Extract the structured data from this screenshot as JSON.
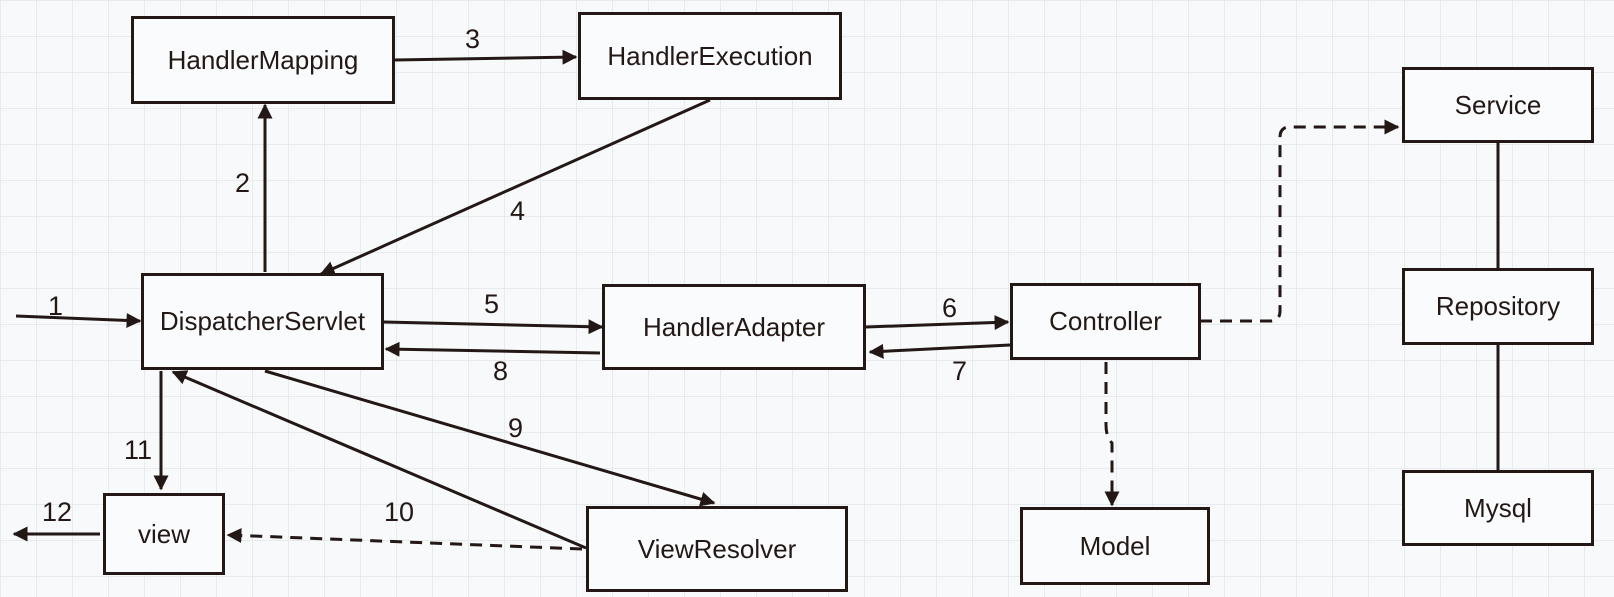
{
  "nodes": {
    "handler_mapping": "HandlerMapping",
    "handler_execution": "HandlerExecution",
    "dispatcher_servlet": "DispatcherServlet",
    "handler_adapter": "HandlerAdapter",
    "controller": "Controller",
    "service": "Service",
    "repository": "Repository",
    "mysql": "Mysql",
    "view": "view",
    "view_resolver": "ViewResolver",
    "model": "Model"
  },
  "steps": {
    "s1": "1",
    "s2": "2",
    "s3": "3",
    "s4": "4",
    "s5": "5",
    "s6": "6",
    "s7": "7",
    "s8": "8",
    "s9": "9",
    "s10": "10",
    "s11": "11",
    "s12": "12"
  },
  "colors": {
    "stroke": "#231815",
    "grid": "#e7ebee",
    "background": "#f7f9fa"
  }
}
